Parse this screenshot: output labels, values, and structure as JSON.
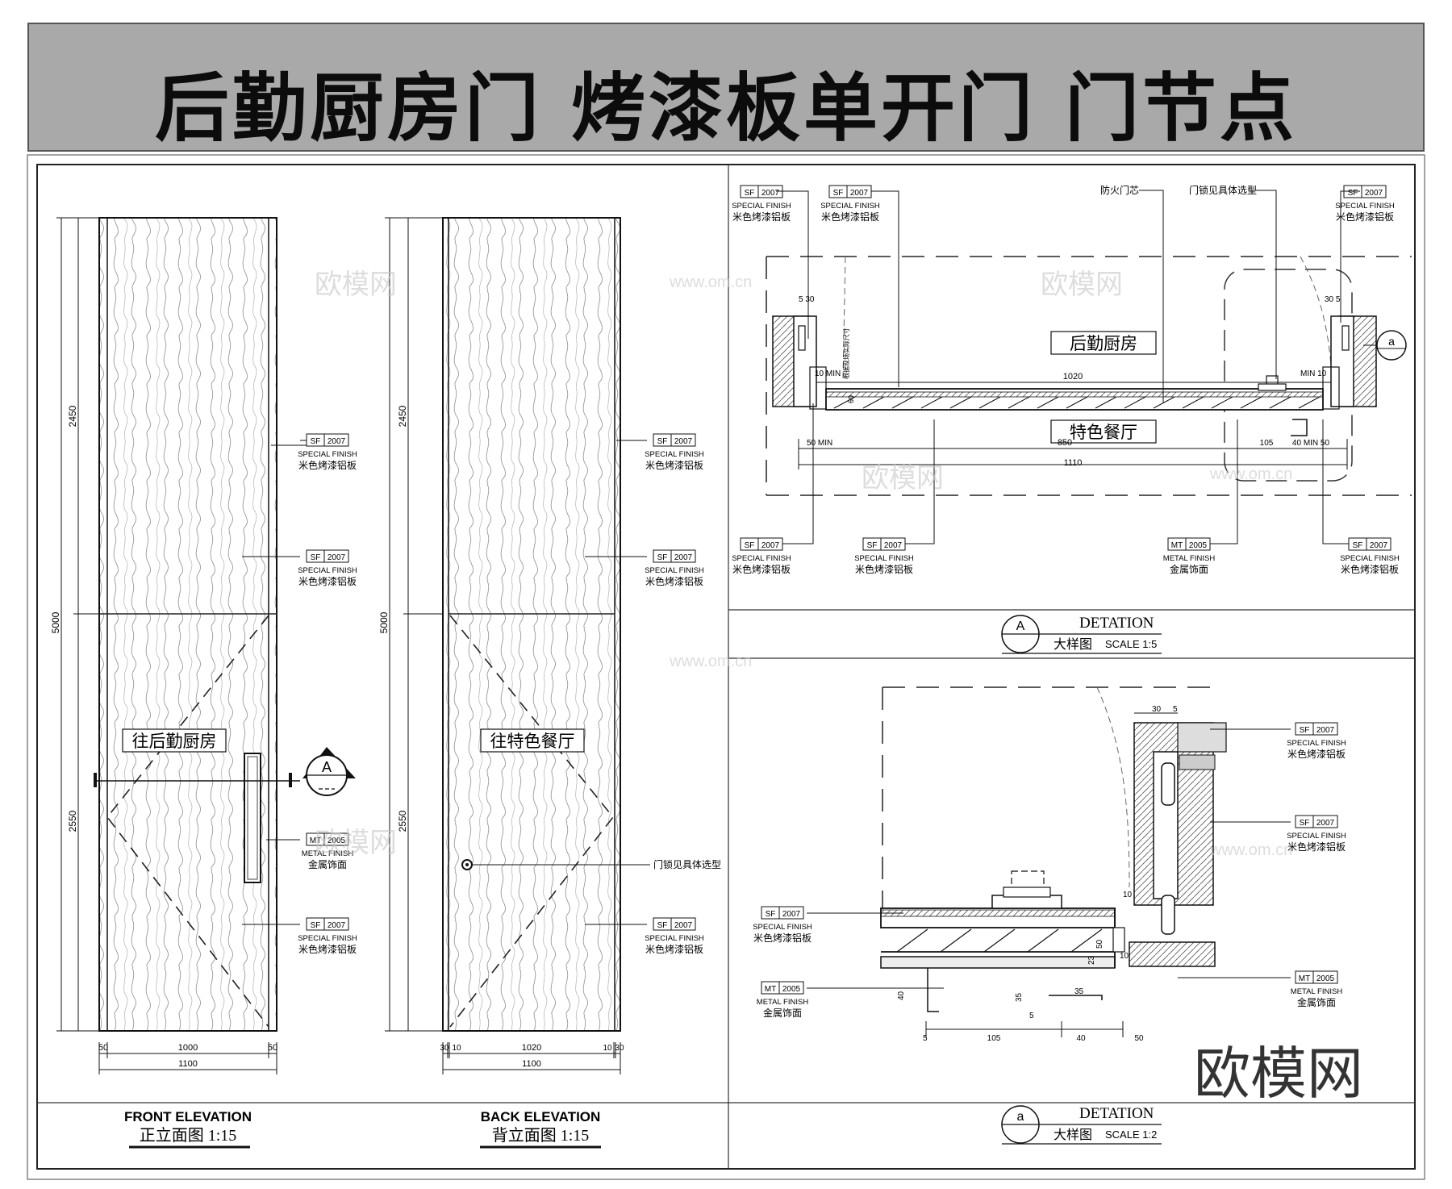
{
  "title": "后勤厨房门  烤漆板单开门  门节点",
  "watermarks": {
    "site": "www.om.cn",
    "brand_small": "欧模网",
    "brand_large": "欧模网"
  },
  "front_elevation": {
    "title_en": "FRONT ELEVATION",
    "title_cn": "正立面图 1:15",
    "room_label": "往后勤厨房",
    "section_mark": "A",
    "dims": {
      "total_height": "5000",
      "upper": "2450",
      "lower": "2550",
      "left_trim": "50",
      "width": "1000",
      "right_trim": "50",
      "overall": "1100"
    },
    "callouts": [
      {
        "tag": "SF",
        "code": "2007",
        "en": "SPECIAL FINISH",
        "cn": "米色烤漆铝板"
      },
      {
        "tag": "SF",
        "code": "2007",
        "en": "SPECIAL FINISH",
        "cn": "米色烤漆铝板"
      },
      {
        "tag": "MT",
        "code": "2005",
        "en": "METAL FINISH",
        "cn": "金属饰面"
      },
      {
        "tag": "SF",
        "code": "2007",
        "en": "SPECIAL FINISH",
        "cn": "米色烤漆铝板"
      }
    ]
  },
  "back_elevation": {
    "title_en": "BACK ELEVATION",
    "title_cn": "背立面图 1:15",
    "room_label": "往特色餐厅",
    "lock_note": "门锁见具体选型",
    "dims": {
      "total_height": "5000",
      "upper": "2450",
      "lower": "2550",
      "left_a": "30",
      "left_b": "10",
      "width": "1020",
      "right_a": "10",
      "right_b": "30",
      "overall": "1100"
    },
    "callouts": [
      {
        "tag": "SF",
        "code": "2007",
        "en": "SPECIAL FINISH",
        "cn": "米色烤漆铝板"
      },
      {
        "tag": "SF",
        "code": "2007",
        "en": "SPECIAL FINISH",
        "cn": "米色烤漆铝板"
      },
      {
        "tag": "SF",
        "code": "2007",
        "en": "SPECIAL FINISH",
        "cn": "米色烤漆铝板"
      }
    ]
  },
  "plan_detail": {
    "mark": "A",
    "title_en": "DETATION",
    "title_cn": "大样图",
    "scale": "SCALE  1:5",
    "room_top": "后勤厨房",
    "room_bottom": "特色餐厅",
    "note_fire_core": "防火门芯",
    "note_lock": "门锁见具体选型",
    "note_site": "根据现场实际尺寸",
    "section_mark": "a",
    "dims": {
      "d530": "5 30",
      "d305": "30 5",
      "min_left": "10 MIN",
      "min_right": "MIN 10",
      "d1020": "1020",
      "d50min": "50 MIN",
      "d850": "850",
      "d105": "105",
      "d40min50": "40  MIN 50",
      "d1110": "1110",
      "d60": "60"
    },
    "callouts_top": [
      {
        "tag": "SF",
        "code": "2007",
        "en": "SPECIAL FINISH",
        "cn": "米色烤漆铝板"
      },
      {
        "tag": "SF",
        "code": "2007",
        "en": "SPECIAL FINISH",
        "cn": "米色烤漆铝板"
      },
      {
        "tag": "SF",
        "code": "2007",
        "en": "SPECIAL FINISH",
        "cn": "米色烤漆铝板"
      }
    ],
    "callouts_bottom": [
      {
        "tag": "SF",
        "code": "2007",
        "en": "SPECIAL FINISH",
        "cn": "米色烤漆铝板"
      },
      {
        "tag": "SF",
        "code": "2007",
        "en": "SPECIAL FINISH",
        "cn": "米色烤漆铝板"
      },
      {
        "tag": "MT",
        "code": "2005",
        "en": "METAL FINISH",
        "cn": "金属饰面"
      },
      {
        "tag": "SF",
        "code": "2007",
        "en": "SPECIAL FINISH",
        "cn": "米色烤漆铝板"
      }
    ]
  },
  "enlarged_detail": {
    "mark": "a",
    "title_en": "DETATION",
    "title_cn": "大样图",
    "scale": "SCALE  1:2",
    "dims": {
      "d30": "30",
      "d5": "5",
      "d10": "10",
      "d10b": "10",
      "d50": "50",
      "d23": "23",
      "d40": "40",
      "d35": "35",
      "d35b": "35",
      "d5b": "5",
      "d5c": "5",
      "d105": "105",
      "d40b": "40",
      "d50b": "50"
    },
    "callouts": [
      {
        "tag": "SF",
        "code": "2007",
        "en": "SPECIAL FINISH",
        "cn": "米色烤漆铝板"
      },
      {
        "tag": "SF",
        "code": "2007",
        "en": "SPECIAL FINISH",
        "cn": "米色烤漆铝板"
      },
      {
        "tag": "SF",
        "code": "2007",
        "en": "SPECIAL FINISH",
        "cn": "米色烤漆铝板"
      },
      {
        "tag": "MT",
        "code": "2005",
        "en": "METAL FINISH",
        "cn": "金属饰面"
      },
      {
        "tag": "MT",
        "code": "2005",
        "en": "METAL FINISH",
        "cn": "金属饰面"
      }
    ]
  }
}
